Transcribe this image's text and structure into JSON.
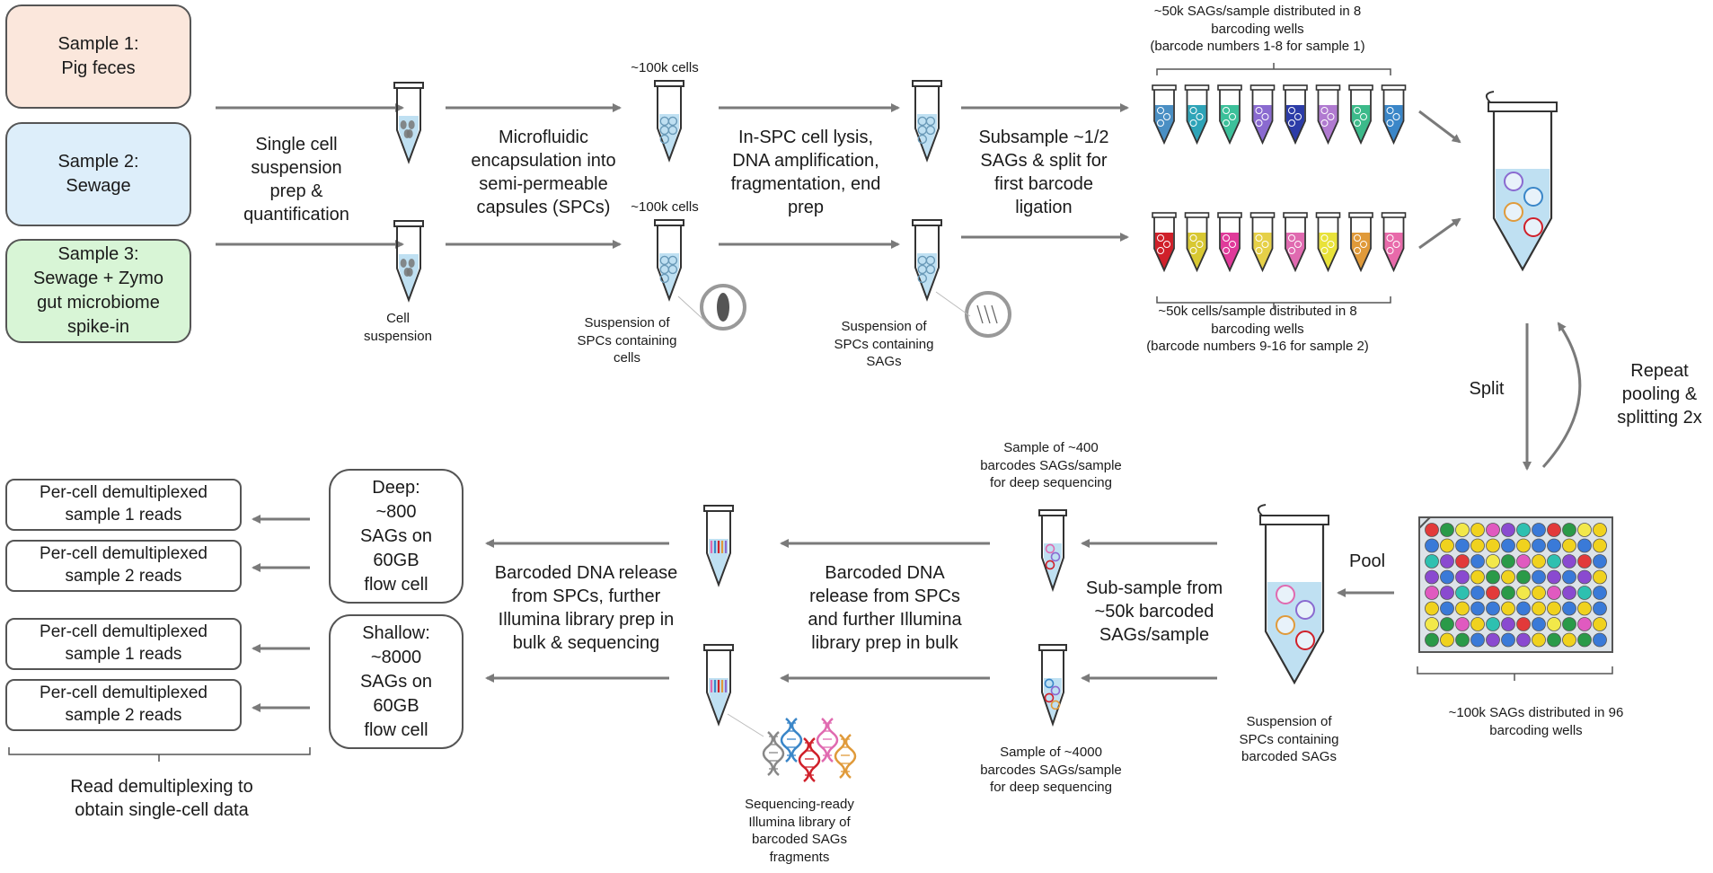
{
  "samples": [
    {
      "text": "Sample 1:\nPig feces"
    },
    {
      "text": "Sample 2:\nSewage"
    },
    {
      "text": "Sample 3:\nSewage + Zymo\ngut microbiome\nspike-in"
    }
  ],
  "steps": {
    "single_cell": "Single cell\nsuspension\nprep &\nquantification",
    "cell_suspension": "Cell\nsuspension",
    "microfluidic": "Microfluidic\nencapsulation into\nsemi-permeable\ncapsules (SPCs)",
    "cells_top": "~100k cells",
    "cells_bottom": "~100k cells",
    "spc_cells": "Suspension of\nSPCs containing\ncells",
    "lysis": "In-SPC cell lysis,\nDNA amplification,\nfragmentation, end\nprep",
    "spc_sags": "Suspension of\nSPCs containing\nSAGs",
    "subsample": "Subsample ~1/2\nSAGs & split for\nfirst barcode\nligation",
    "wells_top": "~50k SAGs/sample distributed in 8\nbarcoding wells\n(barcode numbers 1-8 for sample 1)",
    "wells_bottom": "~50k cells/sample distributed in 8\nbarcoding wells\n(barcode numbers  9-16 for sample 2)",
    "split": "Split",
    "repeat": "Repeat\npooling &\nsplitting 2x",
    "plate": "~100k SAGs distributed in 96\nbarcoding wells",
    "pool": "Pool",
    "spc_barcoded": "Suspension of\nSPCs containing\nbarcoded SAGs",
    "subsample2": "Sub-sample from\n~50k barcoded\nSAGs/sample",
    "deep_top": "Sample of ~400\nbarcodes SAGs/sample\nfor deep sequencing",
    "deep_bottom": "Sample of ~4000\nbarcodes SAGs/sample\nfor deep sequencing",
    "release1": "Barcoded DNA\nrelease from SPCs\nand further Illumina\nlibrary prep in bulk",
    "release2": "Barcoded DNA release\nfrom SPCs, further\nIllumina library prep in\nbulk & sequencing",
    "library": "Sequencing-ready\nIllumina library of\nbarcoded SAGs\nfragments",
    "deep_box": "Deep:\n~800\nSAGs on\n60GB\nflow cell",
    "shallow_box": "Shallow:\n~8000\nSAGs on\n60GB\nflow cell",
    "reads": [
      "Per-cell demultiplexed\nsample 1 reads",
      "Per-cell demultiplexed\nsample 2 reads",
      "Per-cell demultiplexed\nsample 1 reads",
      "Per-cell demultiplexed\nsample 2 reads"
    ],
    "demux": "Read demultiplexing to\nobtain single-cell data"
  },
  "colors": {
    "arrow": "#7a7a7a",
    "tube_liquid": "#bfe0f2",
    "wells_top": [
      "#4a8fc4",
      "#2ea4b8",
      "#3cc09a",
      "#8a6ad0",
      "#2c3ca8",
      "#b07ad0",
      "#3cba8a",
      "#3a86c8"
    ],
    "wells_bottom": [
      "#d0202a",
      "#d8c832",
      "#e03a9a",
      "#e6d048",
      "#e06ab0",
      "#e8e23a",
      "#e09a3a",
      "#e86aaa"
    ],
    "plate": [
      "#e23a3a",
      "#f0d21e",
      "#2ec0b0",
      "#2a9a48",
      "#e05ac0",
      "#3a7ad8",
      "#f2e84a",
      "#8a4ad0"
    ]
  }
}
